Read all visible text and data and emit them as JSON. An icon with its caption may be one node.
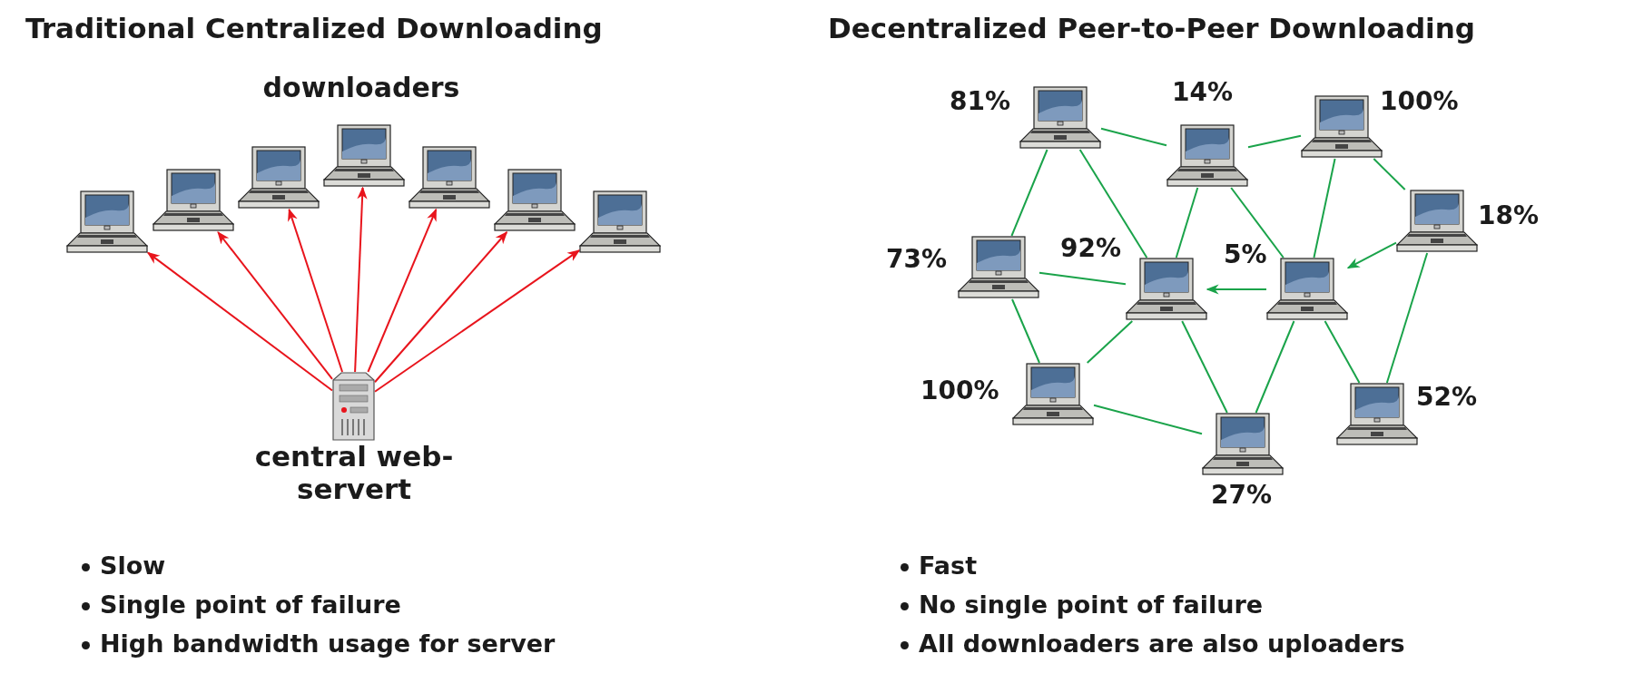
{
  "diagram": {
    "nodes": [
      {
        "text": [],
        "shape": "picture"
      },
      {
        "text": [],
        "shape": "picture"
      },
      {
        "text": [],
        "shape": "picture"
      },
      {
        "text": [],
        "shape": "picture"
      },
      {
        "text": [],
        "shape": "picture"
      },
      {
        "text": [],
        "shape": "picture"
      },
      {
        "text": [],
        "shape": "picture"
      },
      {
        "text": [],
        "shape": "picture",
        "beside": [
          "central web-servert"
        ]
      },
      {
        "text": [],
        "shape": "picture",
        "beside": [
          "81%"
        ]
      },
      {
        "text": [],
        "shape": "picture",
        "beside": [
          "14%"
        ]
      },
      {
        "text": [],
        "shape": "picture",
        "beside": [
          "100%"
        ]
      },
      {
        "text": [],
        "shape": "picture",
        "beside": [
          "18%"
        ]
      },
      {
        "text": [],
        "shape": "picture",
        "beside": [
          "73%"
        ]
      },
      {
        "text": [],
        "shape": "picture",
        "beside": [
          "92%"
        ]
      },
      {
        "text": [],
        "shape": "picture",
        "beside": [
          "5%"
        ]
      },
      {
        "text": [],
        "shape": "picture",
        "beside": [
          "100%"
        ]
      },
      {
        "text": [],
        "shape": "picture",
        "beside": [
          "52%"
        ]
      },
      {
        "text": [],
        "shape": "picture",
        "beside": [
          "27%"
        ]
      }
    ],
    "edges": [
      {
        "from": 7,
        "to": 0,
        "arrow": "to",
        "color": "#e8141c"
      },
      {
        "from": 7,
        "to": 1,
        "arrow": "to",
        "color": "#e8141c"
      },
      {
        "from": 7,
        "to": 2,
        "arrow": "to",
        "color": "#e8141c"
      },
      {
        "from": 7,
        "to": 3,
        "arrow": "to",
        "color": "#e8141c"
      },
      {
        "from": 7,
        "to": 4,
        "arrow": "to",
        "color": "#e8141c"
      },
      {
        "from": 7,
        "to": 5,
        "arrow": "to",
        "color": "#e8141c"
      },
      {
        "from": 7,
        "to": 6,
        "arrow": "to",
        "color": "#e8141c"
      },
      {
        "from": 8,
        "to": 9,
        "arrow": "none"
      },
      {
        "from": 9,
        "to": 10,
        "arrow": "none"
      },
      {
        "from": 8,
        "to": 12,
        "arrow": "none"
      },
      {
        "from": 8,
        "to": 13,
        "arrow": "none"
      },
      {
        "from": 9,
        "to": 13,
        "arrow": "none"
      },
      {
        "from": 9,
        "to": 14,
        "arrow": "none"
      },
      {
        "from": 10,
        "to": 14,
        "arrow": "none"
      },
      {
        "from": 10,
        "to": 11,
        "arrow": "none"
      },
      {
        "from": 12,
        "to": 13,
        "arrow": "none"
      },
      {
        "from": 14,
        "to": 13,
        "arrow": "to"
      },
      {
        "from": 11,
        "to": 14,
        "arrow": "to"
      },
      {
        "from": 12,
        "to": 15,
        "arrow": "none"
      },
      {
        "from": 13,
        "to": 15,
        "arrow": "none"
      },
      {
        "from": 13,
        "to": 17,
        "arrow": "none"
      },
      {
        "from": 14,
        "to": 17,
        "arrow": "none"
      },
      {
        "from": 14,
        "to": 16,
        "arrow": "none"
      },
      {
        "from": 11,
        "to": 16,
        "arrow": "none"
      },
      {
        "from": 15,
        "to": 17,
        "arrow": "none"
      }
    ],
    "labels": [
      "Traditional Centralized Downloading",
      "Decentralized Peer-to-Peer Downloading",
      "downloaders",
      "Slow",
      "Single point of failure",
      "High bandwidth usage for server",
      "Fast",
      "No single point of failure",
      "All downloaders are also uploaders"
    ]
  }
}
